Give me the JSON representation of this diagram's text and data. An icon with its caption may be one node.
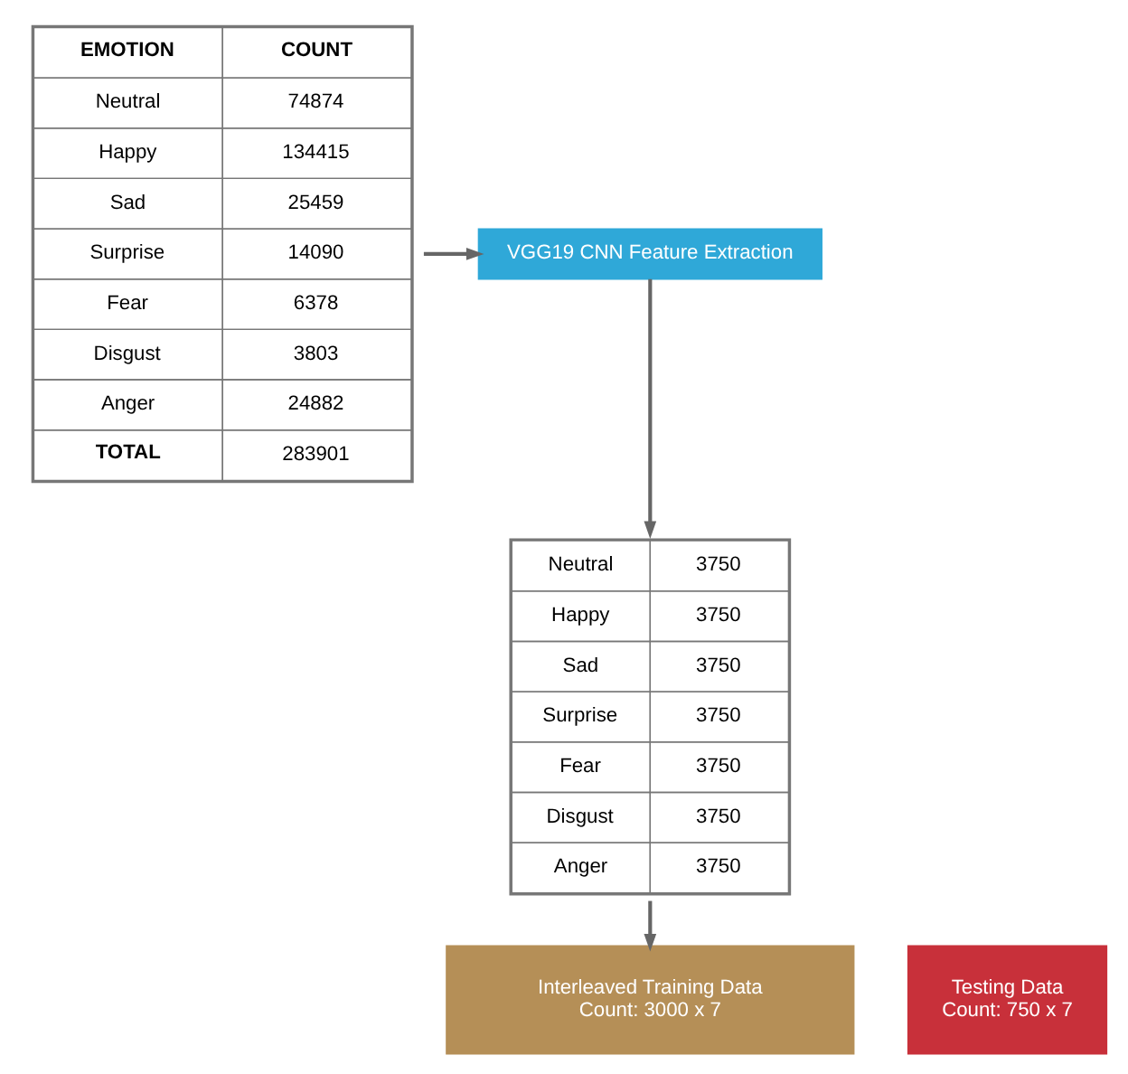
{
  "diagram": {
    "nodes": [
      {
        "text": [
          "EMOTION",
          "COUNT",
          "Neutral",
          "74874",
          "Happy",
          "134415",
          "Sad",
          "25459",
          "Surprise",
          "14090",
          "Fear",
          "6378",
          "Disgust",
          "3803",
          "Anger",
          "24882",
          "TOTAL",
          "283901"
        ]
      },
      {
        "text": [
          "VGG19 CNN Feature Extraction"
        ]
      },
      {
        "text": [
          "Neutral",
          "3750",
          "Happy",
          "3750",
          "Sad",
          "3750",
          "Surprise",
          "3750",
          "Fear",
          "3750",
          "Disgust",
          "3750",
          "Anger",
          "3750"
        ]
      },
      {
        "text": [
          "Interleaved Training Data",
          "Count: 3000 x 7"
        ]
      },
      {
        "text": [
          "Testing Data",
          "Count: 750 x 7"
        ]
      }
    ],
    "edges": [
      {
        "from": 0,
        "to": 1,
        "arrow": "to"
      },
      {
        "from": 1,
        "to": 2,
        "arrow": "to"
      },
      {
        "from": 2,
        "to": 3,
        "arrow": "to"
      }
    ]
  }
}
